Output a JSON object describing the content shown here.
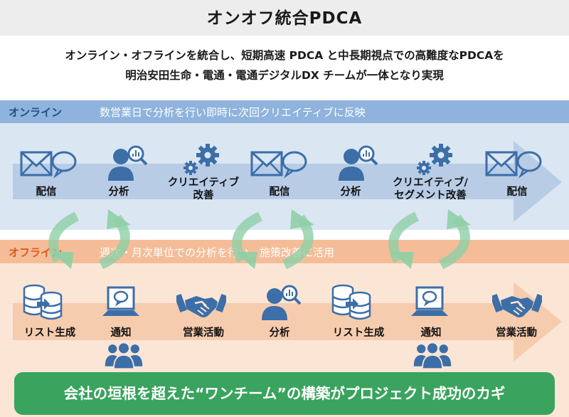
{
  "title": "オンオフ統合PDCA",
  "subtitle": {
    "line1": "オンライン・オフラインを統合し、短期高速 PDCA と中長期視点での高難度なPDCAを",
    "line2": "明治安田生命・電通・電通デジタルDX チームが一体となり実現"
  },
  "online": {
    "label": "オンライン",
    "description": "数営業日で分析を行い即時に次回クリエイティブに反映",
    "steps": [
      {
        "label": "配信",
        "icon": "mail-chat-icon"
      },
      {
        "label": "分析",
        "icon": "person-analysis-icon"
      },
      {
        "label": "クリエイティブ\n改善",
        "icon": "gears-icon"
      },
      {
        "label": "配信",
        "icon": "mail-chat-icon"
      },
      {
        "label": "分析",
        "icon": "person-analysis-icon"
      },
      {
        "label": "クリエイティブ/\nセグメント改善",
        "icon": "gears-icon"
      },
      {
        "label": "配信",
        "icon": "mail-chat-icon"
      }
    ]
  },
  "offline": {
    "label": "オフライン",
    "description": "週次・月次単位での分析を行い、施策改善に活用",
    "steps": [
      {
        "label": "リスト生成",
        "icon": "database-icon"
      },
      {
        "label": "通知",
        "icon": "laptop-icon"
      },
      {
        "label": "営業活動",
        "icon": "handshake-icon"
      },
      {
        "label": "分析",
        "icon": "person-analysis-icon"
      },
      {
        "label": "リスト生成",
        "icon": "database-icon"
      },
      {
        "label": "通知",
        "icon": "laptop-icon"
      },
      {
        "label": "営業活動",
        "icon": "handshake-icon"
      }
    ]
  },
  "footer": "会社の垣根を超えた“ワンチーム”の構築がプロジェクト成功のカギ",
  "colors": {
    "online_accent": "#1f4e8c",
    "offline_accent": "#e2561a",
    "online_bg": "#dbe6f3",
    "offline_bg": "#fbe6d6",
    "icon_blue": "#3c6ea8",
    "footer": "#3aa35e",
    "cycle_arrow": "#8fcfa6"
  }
}
